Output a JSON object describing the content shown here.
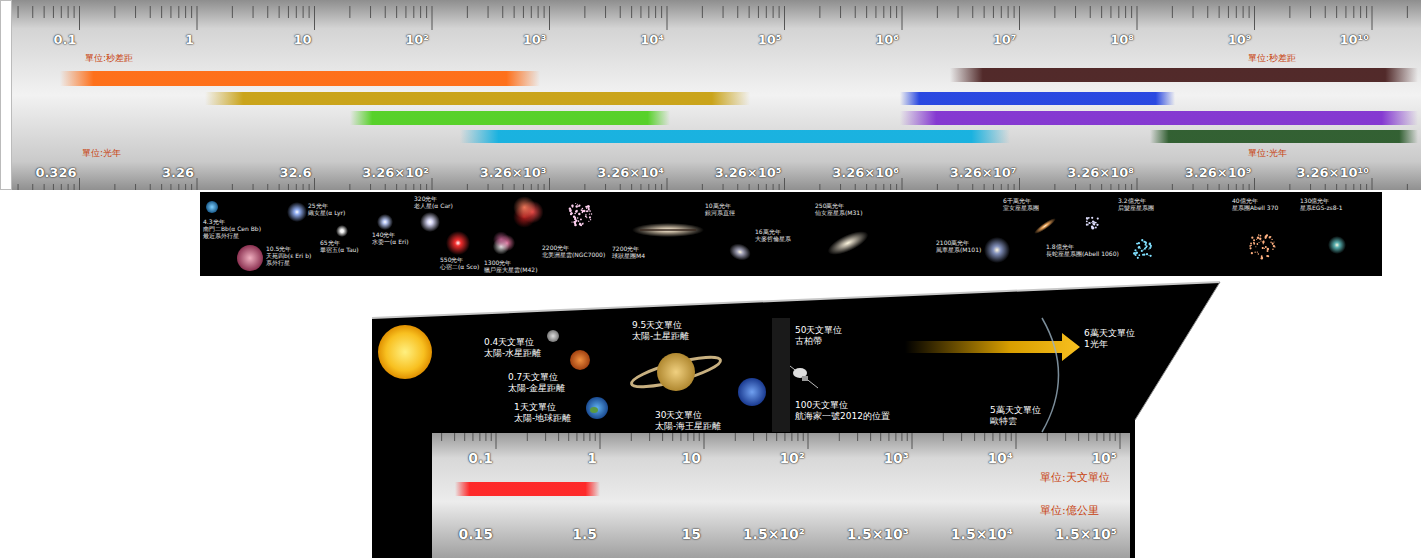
{
  "diagram": {
    "labels": [
      "0.1",
      "1",
      "10",
      "10²",
      "10³",
      "10⁴",
      "10⁵",
      "10⁶",
      "10⁷",
      "10⁸",
      "10⁹",
      "10¹⁰",
      "單位:秒差距",
      "單位:秒差距",
      "單位:光年",
      "單位:光年",
      "0.326",
      "3.26",
      "32.6",
      "3.26×10²",
      "3.26×10³",
      "3.26×10⁴",
      "3.26×10⁵",
      "3.26×10⁶",
      "3.26×10⁷",
      "3.26×10⁸",
      "3.26×10⁹",
      "3.26×10¹⁰",
      "4.3光年 南門二Bb(α Cen Bb) 最近系外行星",
      "10.5光年 天苑四b(ε Eri b) 系外行星",
      "25光年 織女星(α Lyr)",
      "65光年 畢宿五(α Tau)",
      "140光年 水委一(α Eri)",
      "320光年 老人星(α Car)",
      "550光年 心宿二(α Sco)",
      "1300光年 獵戶座大星雲(M42)",
      "2200光年 北美洲星雲(NGC7000)",
      "7200光年 球狀星團M4",
      "10萬光年 銀河系直徑",
      "16萬光年 大麥哲倫星系",
      "250萬光年 仙女座星系(M31)",
      "2100萬光年 風車星系(M101)",
      "6千萬光年 室女座星系團",
      "1.8億光年 長蛇座星系團(Abell 1060)",
      "3.2億光年 后髮座星系團",
      "40億光年 星系團Abell 370",
      "130億光年 星系EGS-zs8-1",
      "0.4天文單位 太陽-水星距離",
      "0.7天文單位 太陽-金星距離",
      "1天文單位 太陽-地球距離",
      "9.5天文單位 太陽-土星距離",
      "30天文單位 太陽-海王星距離",
      "50天文單位 古柏帶",
      "100天文單位 航海家一號2012的位置",
      "5萬天文單位 歐特雲",
      "6萬天文單位 1光年",
      "0.1",
      "1",
      "10",
      "10²",
      "10³",
      "10⁴",
      "10⁵",
      "單位:天文單位",
      "單位:億公里",
      "0.15",
      "1.5",
      "15",
      "1.5×10²",
      "1.5×10³",
      "1.5×10⁴",
      "1.5×10⁵"
    ]
  }
}
